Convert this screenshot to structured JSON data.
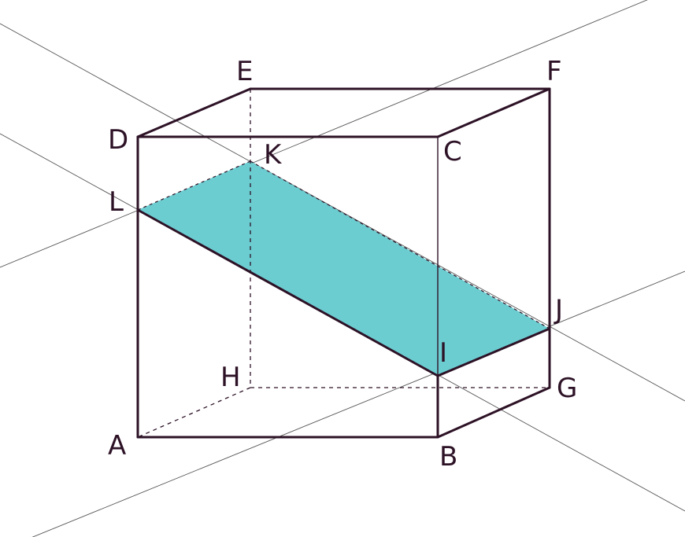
{
  "figure": {
    "section_fill": "#6ccdd1",
    "edge_color": "#2d1226",
    "labels": {
      "A": "A",
      "B": "B",
      "C": "C",
      "D": "D",
      "E": "E",
      "F": "F",
      "G": "G",
      "H": "H",
      "I": "I",
      "J": "J",
      "K": "K",
      "L": "L"
    }
  }
}
